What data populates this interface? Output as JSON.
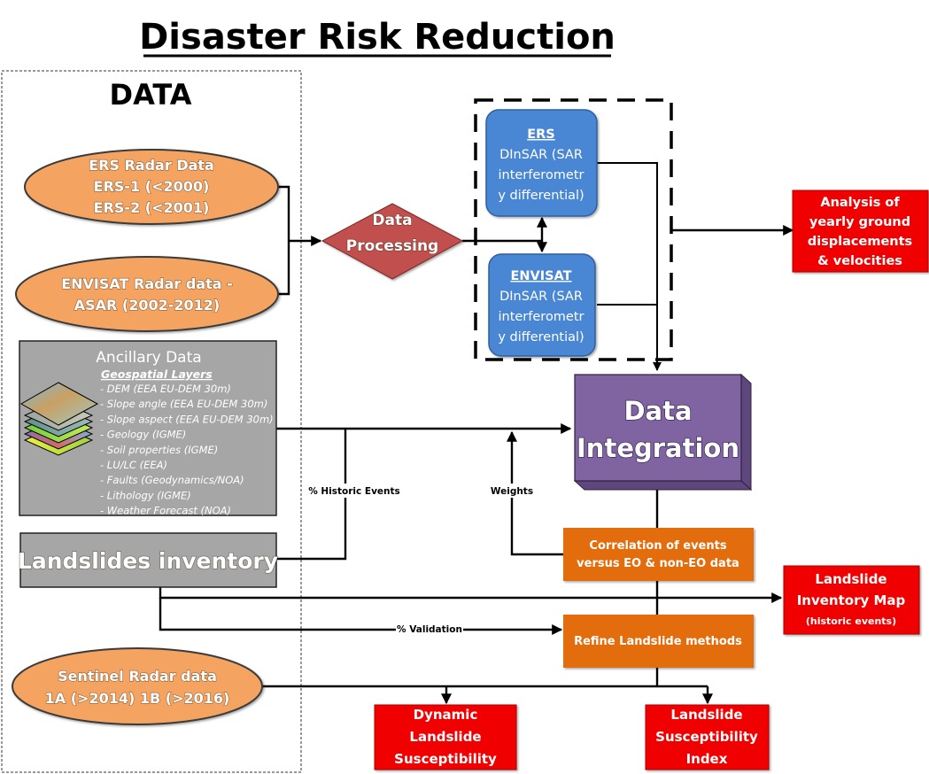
{
  "title": "Disaster Risk Reduction",
  "data_panel": {
    "heading": "DATA",
    "ers_radar": {
      "lines": [
        "ERS Radar Data",
        "ERS-1 (<2000)",
        "ERS-2 (<2001)"
      ]
    },
    "envisat_radar": {
      "lines": [
        "ENVISAT Radar data -",
        "ASAR (2002-2012)"
      ]
    },
    "ancillary": {
      "title": "Ancillary Data",
      "subtitle": "Geospatial Layers",
      "icon": "map-layers-stack-icon",
      "layers": [
        "- DEM (EEA EU-DEM 30m)",
        "- Slope angle (EEA EU-DEM 30m)",
        "- Slope aspect (EEA EU-DEM 30m)",
        "- Geology (IGME)",
        "- Soil properties (IGME)",
        "- LU/LC (EEA)",
        "- Faults (Geodynamics/NOA)",
        "- Lithology  (IGME)",
        "- Weather Forecast (NOA)"
      ]
    },
    "landslides_inventory": "Landslides inventory",
    "sentinel_radar": {
      "lines": [
        "Sentinel Radar data",
        "1A  (>2014) 1B (>2016)"
      ]
    }
  },
  "processing": {
    "data_processing": {
      "lines": [
        "Data",
        "Processing"
      ]
    },
    "ers_dinsar": {
      "heading": "ERS",
      "lines": [
        "DInSAR (SAR",
        "interferometr",
        "y differential)"
      ]
    },
    "envisat_dinsar": {
      "heading": "ENVISAT",
      "lines": [
        "DInSAR (SAR",
        "interferometr",
        "y differential)"
      ]
    },
    "data_integration": {
      "lines": [
        "Data",
        "Integration"
      ]
    },
    "correlation": {
      "lines": [
        "Correlation of events",
        "versus EO & non-EO data"
      ]
    },
    "refine": {
      "lines": [
        "Refine Landslide methods"
      ]
    }
  },
  "outputs": {
    "displacements": {
      "lines": [
        "Analysis of",
        "yearly ground",
        "displacements",
        "& velocities"
      ]
    },
    "inventory_map": {
      "lines": [
        "Landslide",
        "Inventory Map"
      ],
      "sub": "(historic events)"
    },
    "dynamic_susceptibility": {
      "lines": [
        "Dynamic",
        "Landslide",
        "Susceptibility"
      ]
    },
    "susceptibility_index": {
      "lines": [
        "Landslide",
        "Susceptibility",
        "Index"
      ]
    }
  },
  "edge_labels": {
    "historic_events": "% Historic Events",
    "weights": "Weights",
    "validation": "% Validation"
  },
  "colors": {
    "ellipse_fill": "#F4A460",
    "diamond_fill": "#C0504D",
    "blue_box": "#4A86D4",
    "purple_box": "#8064A2",
    "orange_box": "#E36C0A",
    "red_box": "#F00000",
    "gray_box": "#A6A6A6"
  }
}
